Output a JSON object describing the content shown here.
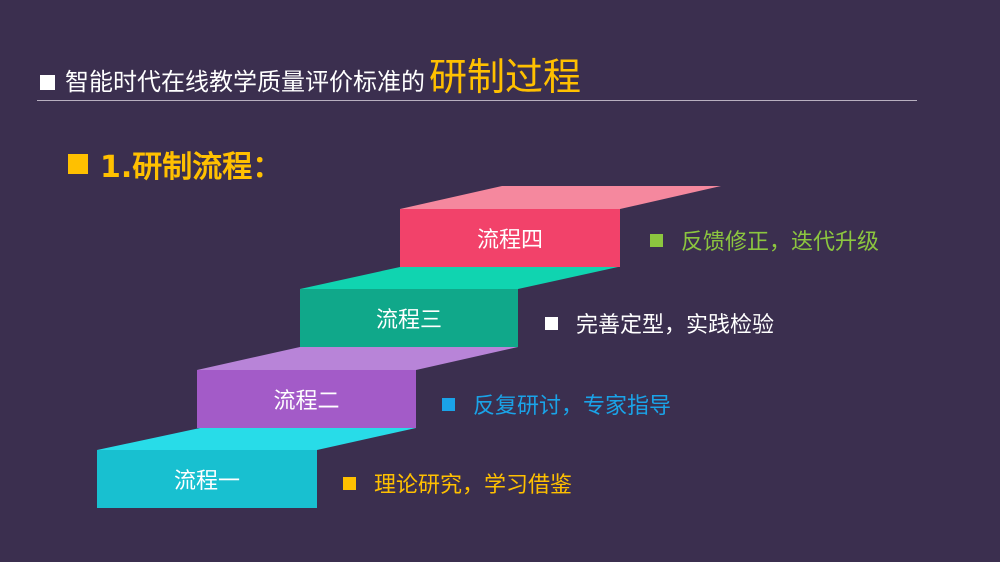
{
  "header": {
    "title_plain": "智能时代在线教学质量评价标准的",
    "title_highlight": "研制过程"
  },
  "section": {
    "heading": "1.研制流程："
  },
  "steps": [
    {
      "label": "流程一",
      "desc": "理论研究，学习借鉴",
      "front": "#18c0d0",
      "top": "#28dce8",
      "accent": "#ffc000"
    },
    {
      "label": "流程二",
      "desc": "反复研讨，专家指导",
      "front": "#a35bc8",
      "top": "#b884d8",
      "accent": "#1aa3e8"
    },
    {
      "label": "流程三",
      "desc": "完善定型，实践检验",
      "front": "#10a88a",
      "top": "#10d4b0",
      "accent": "#ffffff"
    },
    {
      "label": "流程四",
      "desc": "反馈修正，迭代升级",
      "front": "#f2426a",
      "top": "#f5889e",
      "accent": "#8cc63f"
    }
  ]
}
